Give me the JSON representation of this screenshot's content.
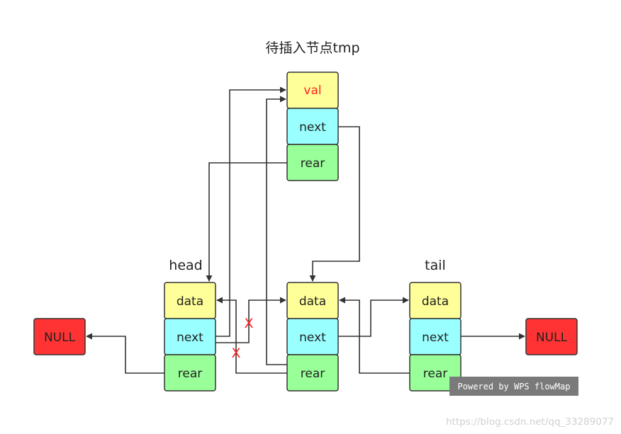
{
  "title": "待插入节点tmp",
  "labels": {
    "head": "head",
    "tail": "tail"
  },
  "tmp_node": {
    "val": "val",
    "next": "next",
    "rear": "rear"
  },
  "head_node": {
    "data": "data",
    "next": "next",
    "rear": "rear"
  },
  "mid_node": {
    "data": "data",
    "next": "next",
    "rear": "rear"
  },
  "tail_node": {
    "data": "data",
    "next": "next",
    "rear": "rear"
  },
  "null_left": "NULL",
  "null_right": "NULL",
  "cut_marks": [
    "X",
    "X"
  ],
  "watermark": "Powered by WPS flowMap",
  "source_url": "https://blog.csdn.net/qq_33289077",
  "colors": {
    "data": "#ffff99",
    "next": "#99ffff",
    "rear": "#99ff99",
    "null": "#ff3333",
    "cut": "#ff2222",
    "val_text": "#ff2222"
  }
}
